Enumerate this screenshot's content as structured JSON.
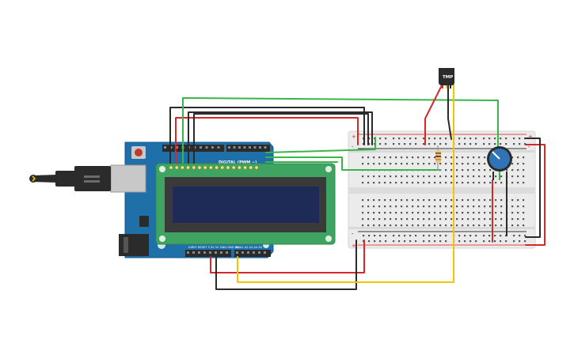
{
  "labels": {
    "sensor": "TMP",
    "digital_header": "DIGITAL (PWM ~)",
    "analog_header": "A0 A1 A2 A3 A4 A5",
    "power_header": "IOREF RESET 3.3V 5V GND GND VIN"
  },
  "colors": {
    "wire_red": "#d62828",
    "wire_black": "#2b2b2b",
    "wire_green": "#3ab54a",
    "wire_yellow": "#f2c500",
    "arduino_blue": "#1f6fa8",
    "lcd_green": "#3fa462",
    "lcd_screen": "#1e2b57",
    "breadboard": "#ebebeb",
    "pot_blue": "#2f74b8"
  },
  "icons": {
    "usb": "usb-connector-icon",
    "reset": "reset-button-icon"
  }
}
